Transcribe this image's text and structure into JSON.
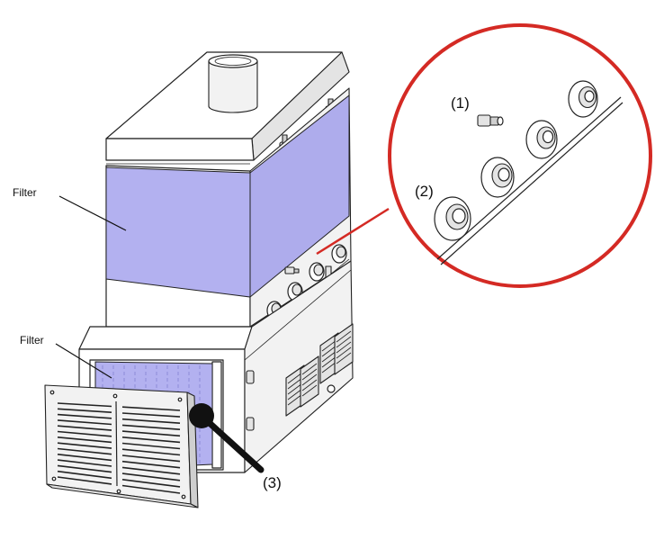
{
  "labels": {
    "filter_upper": "Filter",
    "filter_lower": "Filter",
    "callout_1": "(1)",
    "callout_2": "(2)",
    "callout_3": "(3)"
  },
  "colors": {
    "filter_fill": "#b3b1f0",
    "filter_fill_dark": "#8e8bd8",
    "magnifier_ring": "#d42a24",
    "leader_line": "#111111",
    "outline": "#222222"
  },
  "icons": {
    "detail_magnifier": "zoom-circle",
    "mesh_pattern": "filter-mesh"
  }
}
